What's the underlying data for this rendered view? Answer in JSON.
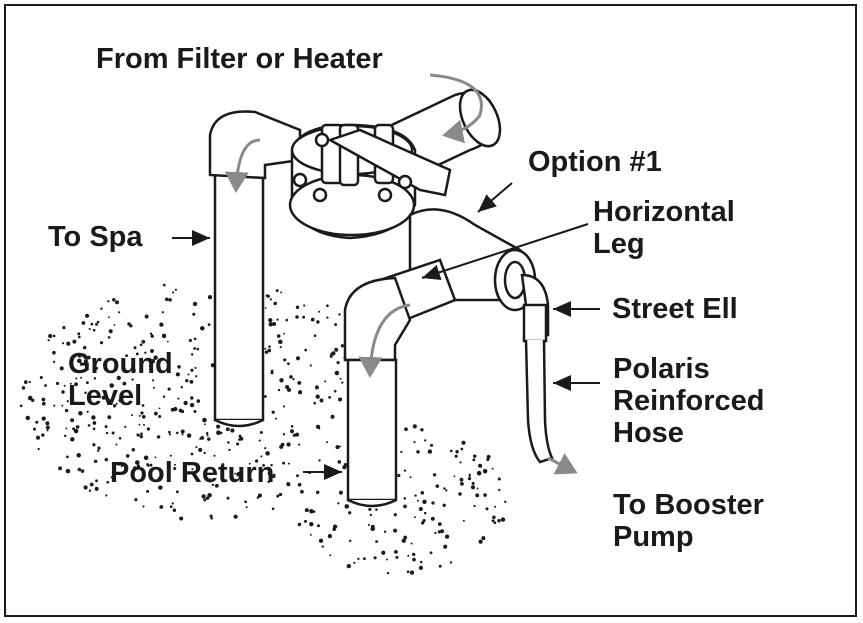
{
  "diagram": {
    "labels": {
      "from_filter": "From Filter or Heater",
      "option": "Option #1",
      "horizontal_leg": [
        "Horizontal",
        "Leg"
      ],
      "to_spa": "To Spa",
      "street_ell": "Street Ell",
      "ground_level": [
        "Ground",
        "Level"
      ],
      "polaris_hose": [
        "Polaris",
        "Reinforced",
        "Hose"
      ],
      "pool_return": "Pool Return",
      "to_booster": [
        "To Booster",
        "Pump"
      ]
    },
    "colors": {
      "ink": "#1a1a1a",
      "flow_arrow": "#8a8a8a",
      "pipe_fill": "#ffffff"
    }
  }
}
